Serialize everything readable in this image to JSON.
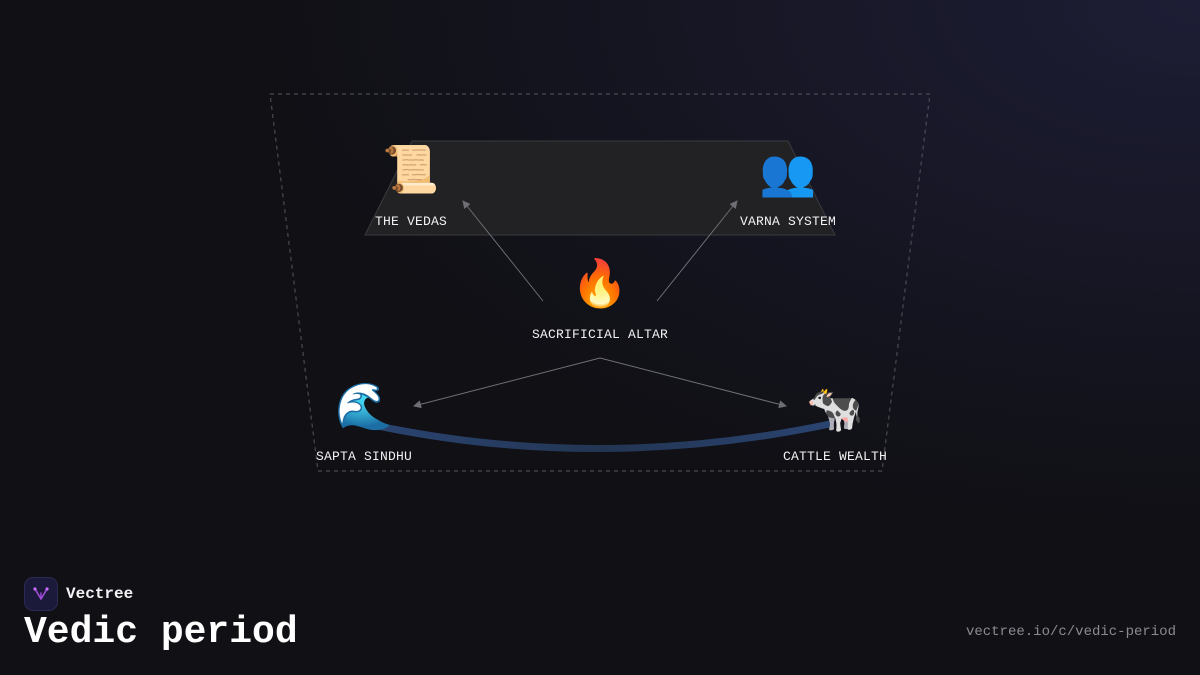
{
  "diagram": {
    "nodes": {
      "vedas": {
        "label": "THE VEDAS",
        "icon": "📜",
        "icon_name": "scroll-icon"
      },
      "varna": {
        "label": "VARNA SYSTEM",
        "icon": "👥",
        "icon_name": "people-icon"
      },
      "altar": {
        "label": "SACRIFICIAL ALTAR",
        "icon": "🔥",
        "icon_name": "fire-icon"
      },
      "sindhu": {
        "label": "SAPTA SINDHU",
        "icon": "🌊",
        "icon_name": "wave-icon"
      },
      "cattle": {
        "label": "CATTLE WEALTH",
        "icon": "🐄",
        "icon_name": "cow-icon"
      }
    },
    "edges": [
      {
        "from": "altar",
        "to": "vedas",
        "style": "arrow"
      },
      {
        "from": "altar",
        "to": "varna",
        "style": "arrow"
      },
      {
        "from": "altar",
        "to": "sindhu",
        "style": "arrow"
      },
      {
        "from": "altar",
        "to": "cattle",
        "style": "arrow"
      },
      {
        "from": "sindhu",
        "to": "cattle",
        "style": "thick-curve"
      }
    ],
    "colors": {
      "frame_stroke": "#4a4a52",
      "plane_fill": "#232325",
      "arrow": "#6e6e75",
      "river_curve": "#243656",
      "logo_accent": "#a04bd8"
    }
  },
  "footer": {
    "brand_name": "Vectree",
    "brand_icon": "vectree-logo-icon",
    "title": "Vedic period",
    "url": "vectree.io/c/vedic-period"
  }
}
